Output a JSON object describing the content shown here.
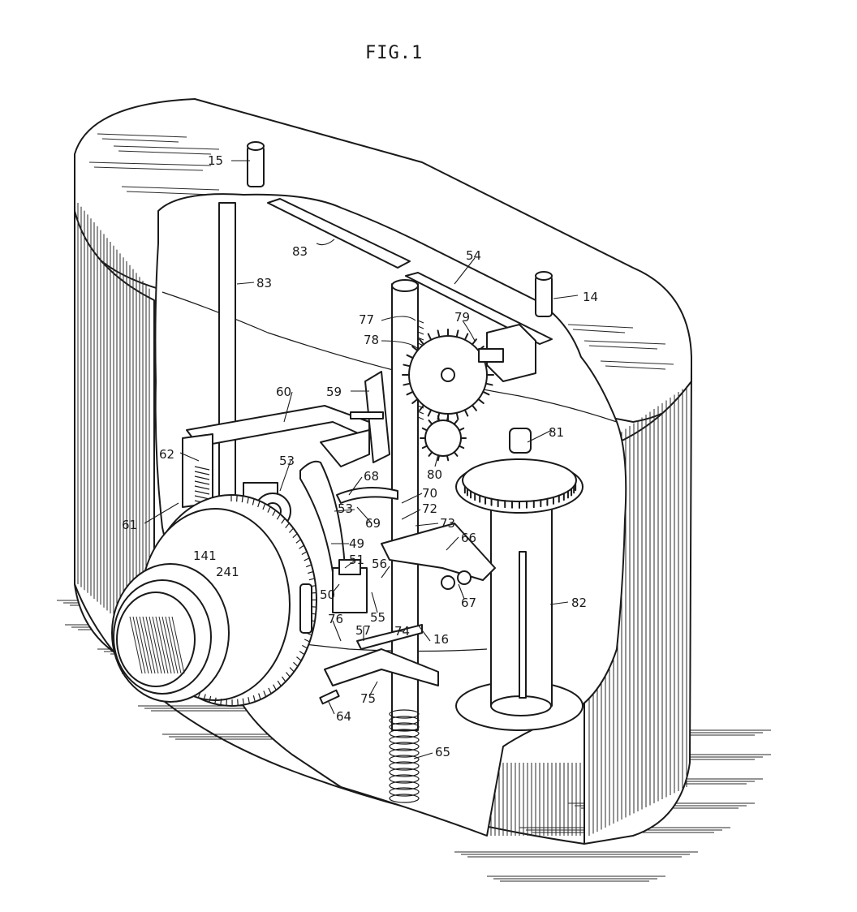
{
  "figure": {
    "title": "FIG.1",
    "labels": [
      {
        "id": "15",
        "text": "15"
      },
      {
        "id": "83a",
        "text": "83"
      },
      {
        "id": "83b",
        "text": "83"
      },
      {
        "id": "54",
        "text": "54"
      },
      {
        "id": "14",
        "text": "14"
      },
      {
        "id": "77",
        "text": "77"
      },
      {
        "id": "78",
        "text": "78"
      },
      {
        "id": "79",
        "text": "79"
      },
      {
        "id": "59",
        "text": "59"
      },
      {
        "id": "60",
        "text": "60"
      },
      {
        "id": "81",
        "text": "81"
      },
      {
        "id": "80",
        "text": "80"
      },
      {
        "id": "62",
        "text": "62"
      },
      {
        "id": "53a",
        "text": "53"
      },
      {
        "id": "68",
        "text": "68"
      },
      {
        "id": "70",
        "text": "70"
      },
      {
        "id": "72",
        "text": "72"
      },
      {
        "id": "73",
        "text": "73"
      },
      {
        "id": "61",
        "text": "61"
      },
      {
        "id": "53b",
        "text": "53"
      },
      {
        "id": "69",
        "text": "69"
      },
      {
        "id": "66",
        "text": "66"
      },
      {
        "id": "49",
        "text": "49"
      },
      {
        "id": "141",
        "text": "141"
      },
      {
        "id": "241",
        "text": "241"
      },
      {
        "id": "51",
        "text": "51"
      },
      {
        "id": "56",
        "text": "56"
      },
      {
        "id": "50",
        "text": "50"
      },
      {
        "id": "55",
        "text": "55"
      },
      {
        "id": "67",
        "text": "67"
      },
      {
        "id": "82",
        "text": "82"
      },
      {
        "id": "76",
        "text": "76"
      },
      {
        "id": "57",
        "text": "57"
      },
      {
        "id": "74",
        "text": "74"
      },
      {
        "id": "16",
        "text": "16"
      },
      {
        "id": "75",
        "text": "75"
      },
      {
        "id": "64",
        "text": "64"
      },
      {
        "id": "65",
        "text": "65"
      }
    ]
  }
}
